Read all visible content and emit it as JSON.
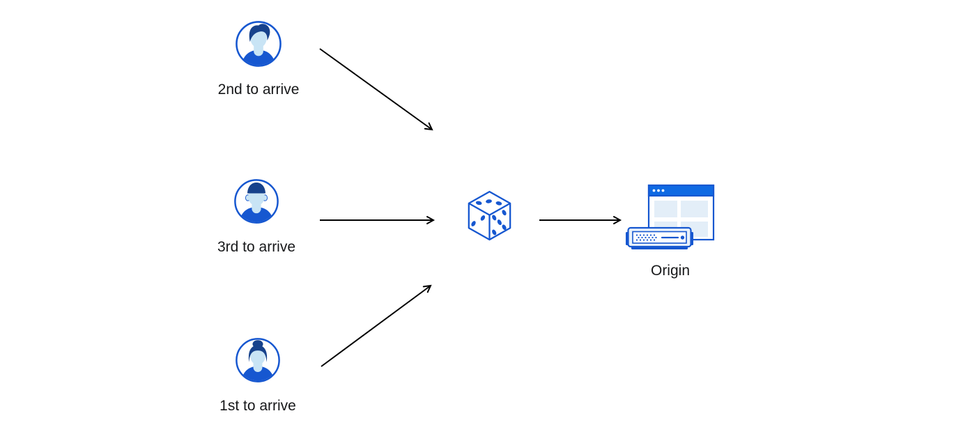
{
  "diagram": {
    "nodes": {
      "client_second": {
        "label": "2nd to arrive",
        "icon": "avatar-man-quiff-icon"
      },
      "client_third": {
        "label": "3rd to arrive",
        "icon": "avatar-man-flattop-icon"
      },
      "client_first": {
        "label": "1st to arrive",
        "icon": "avatar-woman-bun-icon"
      },
      "random_selector": {
        "icon": "dice-icon"
      },
      "origin": {
        "label": "Origin",
        "icon": "origin-server-browser-icon"
      }
    },
    "edges": [
      {
        "from": "client_second",
        "to": "random_selector"
      },
      {
        "from": "client_third",
        "to": "random_selector"
      },
      {
        "from": "client_first",
        "to": "random_selector"
      },
      {
        "from": "random_selector",
        "to": "origin"
      }
    ]
  },
  "colors": {
    "blue": "#1657d0",
    "blue-bright": "#0f6ae3",
    "navy": "#17428c",
    "skin": "#c8e4f5",
    "panel": "#e3eef8",
    "server-fill": "#e9f2fb",
    "arrow": "#000000",
    "text": "#17181a",
    "bg": "#ffffff"
  }
}
